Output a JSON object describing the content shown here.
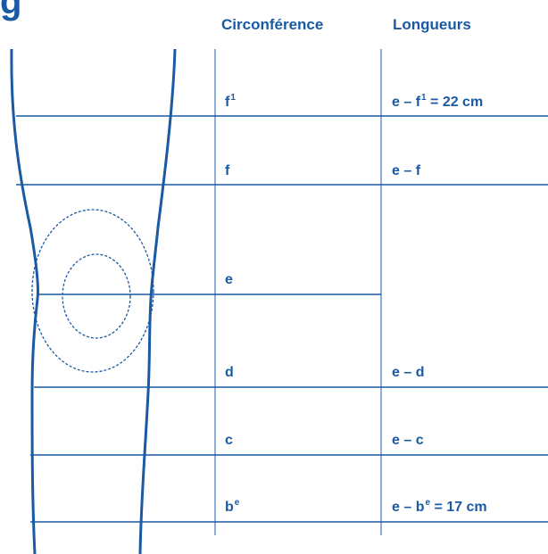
{
  "title_fragment": "g",
  "headers": {
    "circumference": "Circonférence",
    "lengths": "Longueurs"
  },
  "rows": [
    {
      "circ_base": "f",
      "circ_sup": "1",
      "len_prefix": "e – f",
      "len_sup": "1",
      "len_suffix": " = 22 cm"
    },
    {
      "circ_base": "f",
      "circ_sup": "",
      "len_prefix": "e – f",
      "len_sup": "",
      "len_suffix": ""
    },
    {
      "circ_base": "e",
      "circ_sup": "",
      "len_prefix": "",
      "len_sup": "",
      "len_suffix": ""
    },
    {
      "circ_base": "d",
      "circ_sup": "",
      "len_prefix": "e – d",
      "len_sup": "",
      "len_suffix": ""
    },
    {
      "circ_base": "c",
      "circ_sup": "",
      "len_prefix": "e – c",
      "len_sup": "",
      "len_suffix": ""
    },
    {
      "circ_base": "b",
      "circ_sup": "e",
      "len_prefix": "e – b",
      "len_sup": "e",
      "len_suffix": " = 17 cm"
    }
  ],
  "colors": {
    "line": "#1a5aa3",
    "text": "#1a5aa3"
  }
}
